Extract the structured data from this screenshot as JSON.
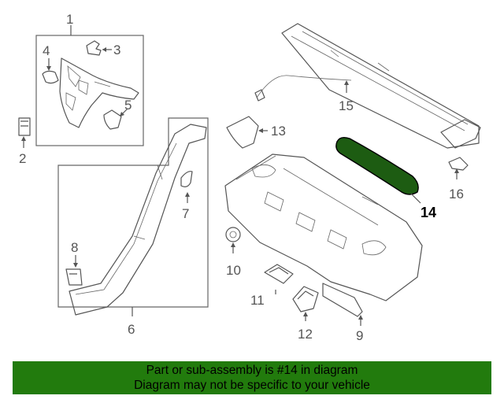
{
  "diagram": {
    "highlight_color": "#227b0d",
    "callouts": [
      {
        "id": "1",
        "label": "1"
      },
      {
        "id": "2",
        "label": "2"
      },
      {
        "id": "3",
        "label": "3"
      },
      {
        "id": "4",
        "label": "4"
      },
      {
        "id": "5",
        "label": "5"
      },
      {
        "id": "6",
        "label": "6"
      },
      {
        "id": "7",
        "label": "7"
      },
      {
        "id": "8",
        "label": "8"
      },
      {
        "id": "9",
        "label": "9"
      },
      {
        "id": "10",
        "label": "10"
      },
      {
        "id": "11",
        "label": "11"
      },
      {
        "id": "12",
        "label": "12"
      },
      {
        "id": "13",
        "label": "13"
      },
      {
        "id": "14",
        "label": "14"
      },
      {
        "id": "15",
        "label": "15"
      },
      {
        "id": "16",
        "label": "16"
      }
    ]
  },
  "banner": {
    "line1": "Part or sub-assembly is #14 in diagram",
    "line2": "Diagram may not be specific to your vehicle",
    "background": "#227b0d"
  }
}
